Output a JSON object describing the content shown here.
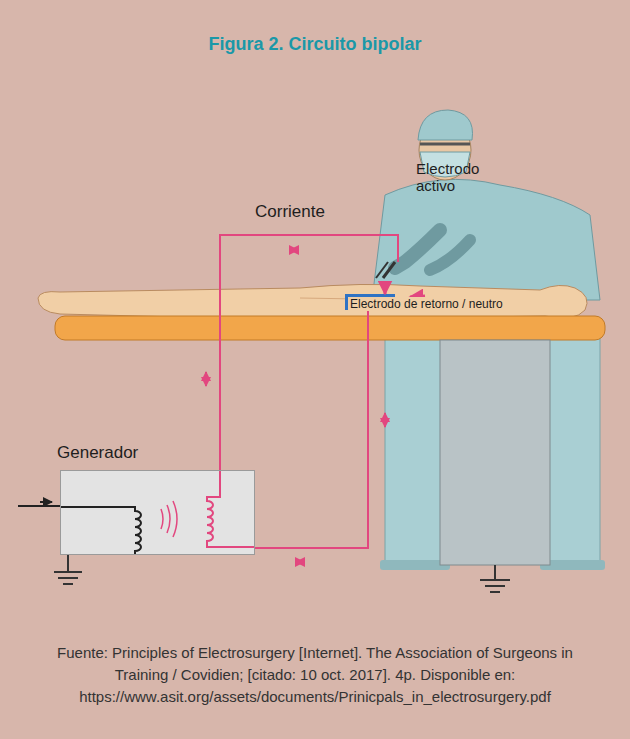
{
  "diagram": {
    "title": "Figura 2. Circuito bipolar",
    "caption": "Fuente: Principles of Electrosurgery [Internet]. The Association of Surgeons in Training / Covidien; [citado: 10 oct. 2017]. 4p. Disponible en: https://www.asit.org/assets/documents/Prinicpals_in_electrosurgery.pdf",
    "nodes": [
      {
        "text": [
          "Generador"
        ]
      }
    ],
    "labels": [
      "Corriente",
      "Electrodo activo",
      "Electrodo de retorno / neutro"
    ]
  }
}
